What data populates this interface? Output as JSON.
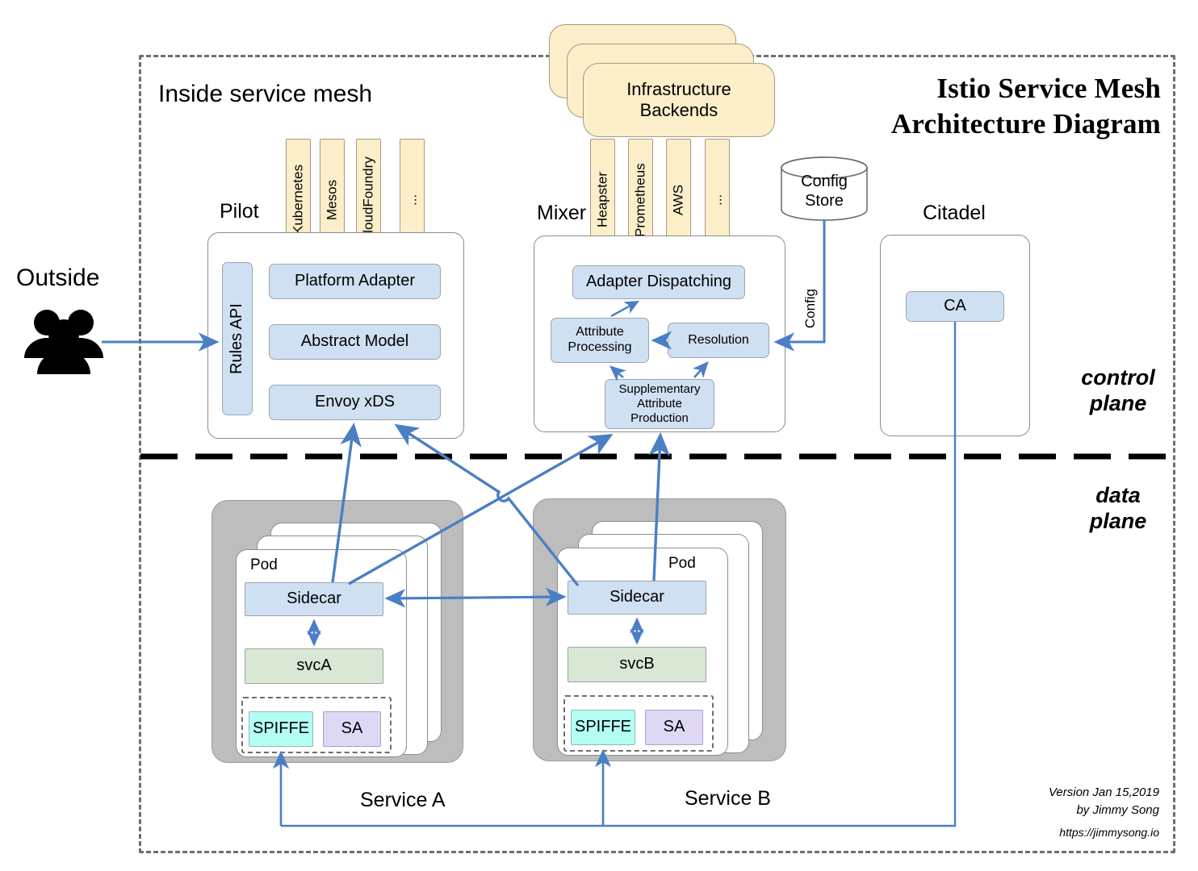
{
  "title": {
    "line1": "Istio Service Mesh",
    "line2": "Architecture Diagram"
  },
  "mesh": {
    "boundary_label": "Inside service mesh"
  },
  "planes": {
    "control": "control\nplane",
    "data": "data\nplane"
  },
  "outside": {
    "label": "Outside",
    "icon": "users-group-icon"
  },
  "backends": {
    "label": "Infrastructure\nBackends",
    "stack_count": 3
  },
  "pilot": {
    "section_label": "Pilot",
    "rules_api": "Rules API",
    "boxes": [
      "Platform Adapter",
      "Abstract Model",
      "Envoy xDS"
    ],
    "adapters": [
      "Kubernetes",
      "Mesos",
      "CloudFoundry",
      "..."
    ]
  },
  "mixer": {
    "section_label": "Mixer",
    "adapters": [
      "Heapster",
      "Prometheus",
      "AWS",
      "..."
    ],
    "dispatch": "Adapter Dispatching",
    "attribute_processing": "Attribute\nProcessing",
    "resolution": "Resolution",
    "supplementary": "Supplementary\nAttribute\nProduction"
  },
  "config_store": {
    "label": "Config\nStore",
    "edge_label": "Config"
  },
  "citadel": {
    "section_label": "Citadel",
    "ca": "CA"
  },
  "services": [
    {
      "name": "Service A",
      "pod_label": "Pod",
      "sidecar": "Sidecar",
      "svc": "svcA",
      "identity": [
        "SPIFFE",
        "SA"
      ]
    },
    {
      "name": "Service B",
      "pod_label": "Pod",
      "sidecar": "Sidecar",
      "svc": "svcB",
      "identity": [
        "SPIFFE",
        "SA"
      ]
    }
  ],
  "footer": {
    "version": "Version Jan 15,2019",
    "author": "by Jimmy Song",
    "site": "https://jimmysong.io"
  },
  "colors": {
    "accent_arrow": "#4b7fc4",
    "blue_box": "#cfe0f2",
    "cream_box": "#fbeec9",
    "green_box": "#d9e8d4",
    "cyan_box": "#b3fff4",
    "lavender_box": "#ded8f5",
    "pod_group": "#bdbdbd"
  }
}
